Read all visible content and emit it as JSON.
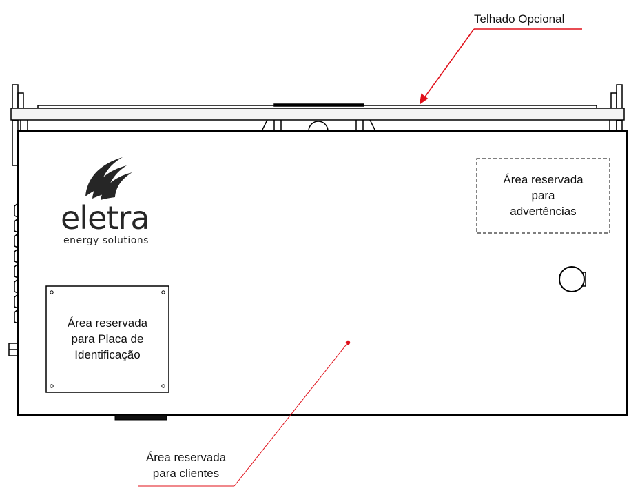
{
  "callouts": {
    "roof": "Telhado Opcional",
    "warnings": [
      "Área reservada",
      "para",
      "advertências"
    ],
    "nameplate": [
      "Área reservada",
      "para Placa de",
      "Identificação"
    ],
    "clients": [
      "Área reservada",
      "para clientes"
    ]
  },
  "logo": {
    "wordmark": "eletra",
    "tagline": "energy solutions"
  },
  "colors": {
    "leader": "#e0101a",
    "outline": "#000000",
    "roof_fill": "#f4f4f4"
  }
}
